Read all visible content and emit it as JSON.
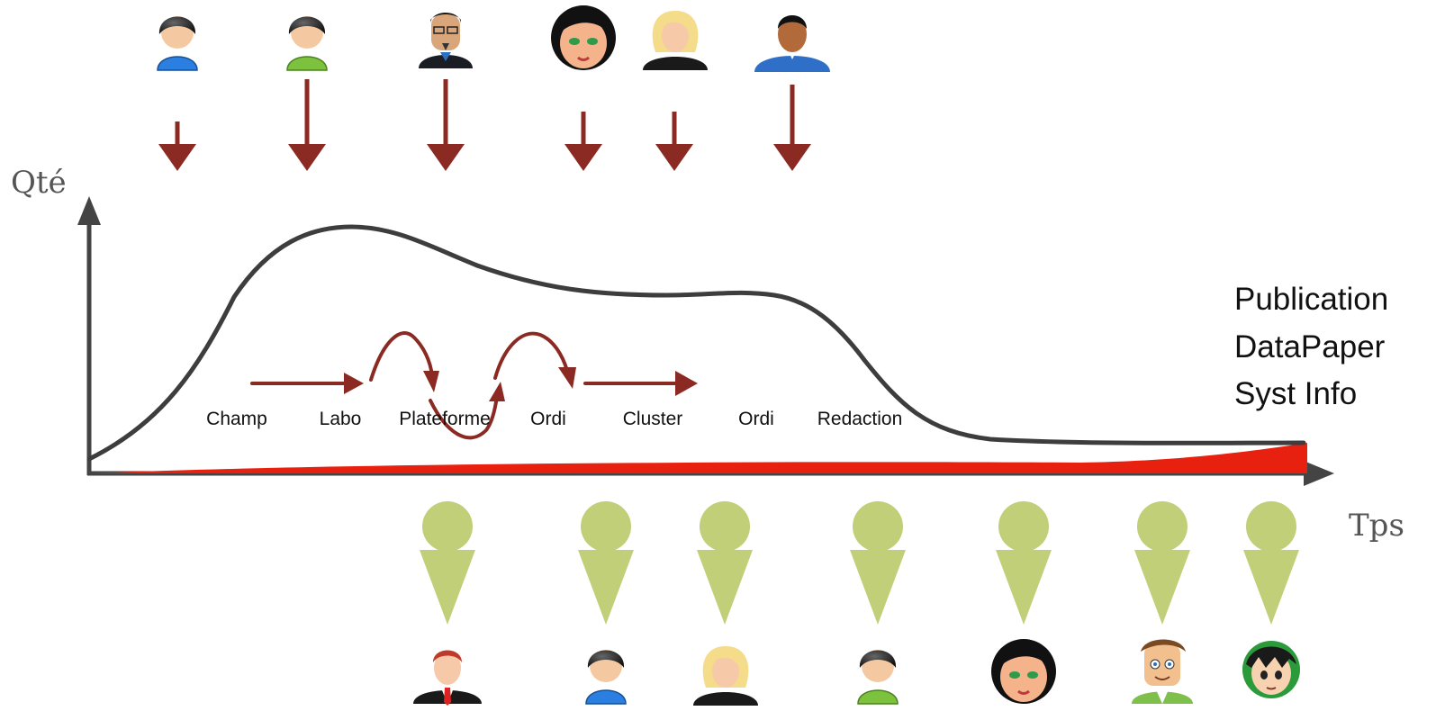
{
  "axes": {
    "y_label": "Qté",
    "x_label": "Tps"
  },
  "stages": [
    "Champ",
    "Labo",
    "Plateforme",
    "Ordi",
    "Cluster",
    "Ordi",
    "Redaction"
  ],
  "outputs": [
    "Publication",
    "DataPaper",
    "Syst Info"
  ],
  "colors": {
    "curve": "#3d3d3d",
    "red_band": "#e8200f",
    "producer_arrow": "#8b2a22",
    "consumer_marker": "#c2cf79"
  },
  "producers": [
    {
      "icon": "user-blue-icon"
    },
    {
      "icon": "user-green-icon"
    },
    {
      "icon": "man-goatee-icon"
    },
    {
      "icon": "woman-dark-hair-icon"
    },
    {
      "icon": "woman-blonde-icon"
    },
    {
      "icon": "man-blue-shirt-icon"
    }
  ],
  "consumers": [
    {
      "icon": "man-red-tie-icon"
    },
    {
      "icon": "user-blue-icon"
    },
    {
      "icon": "woman-blonde-icon"
    },
    {
      "icon": "user-green-icon"
    },
    {
      "icon": "woman-dark-hair-icon"
    },
    {
      "icon": "cartoon-man-icon"
    },
    {
      "icon": "manga-boy-icon"
    }
  ]
}
